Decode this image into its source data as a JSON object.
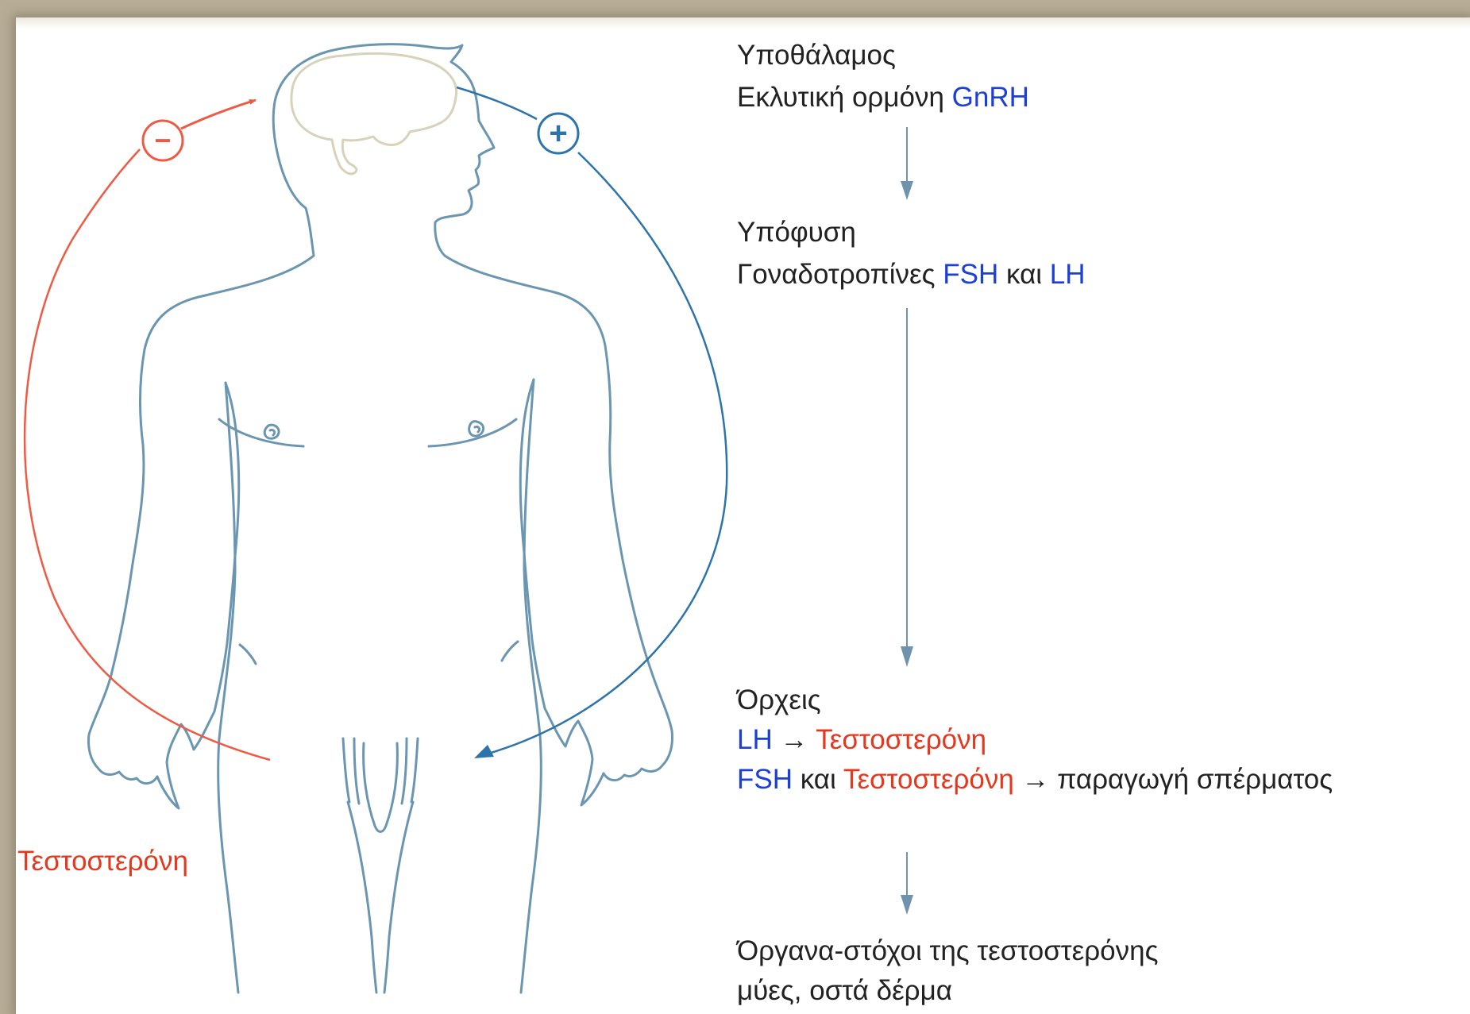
{
  "colors": {
    "body_outline": "#6b96b1",
    "brain_outline": "#d7d2ba",
    "negative_loop": "#ef5a44",
    "positive_loop": "#2d74aa",
    "flow_arrow": "#6f93ad",
    "hormone_text": "#1c3fd6",
    "testosterone_text": "#e5381e"
  },
  "loop": {
    "negative_sign": "−",
    "positive_sign": "+",
    "testosterone_label": "Τεστοστερόνη"
  },
  "steps": {
    "hypothalamus": {
      "title": "Υποθάλαμος",
      "line_prefix": "Εκλυτική ορμόνη ",
      "hormone": "GnRH"
    },
    "pituitary": {
      "title": "Υπόφυση",
      "line_prefix": "Γοναδοτροπίνες ",
      "hormone_1": "FSH",
      "joiner": " και ",
      "hormone_2": "LH"
    },
    "testes": {
      "title": "Όρχεις",
      "line1_hormone": "LH",
      "line1_arrow": " → ",
      "line1_product": "Τεστοστερόνη",
      "line2_hormone": "FSH",
      "line2_joiner": " και ",
      "line2_product": "Τεστοστερόνη",
      "line2_arrow": " → ",
      "line2_result": "παραγωγή σπέρματος"
    },
    "targets": {
      "title": "Όργανα-στόχοι της τεστοστερόνης",
      "line": "μύες, οστά δέρμα"
    }
  }
}
